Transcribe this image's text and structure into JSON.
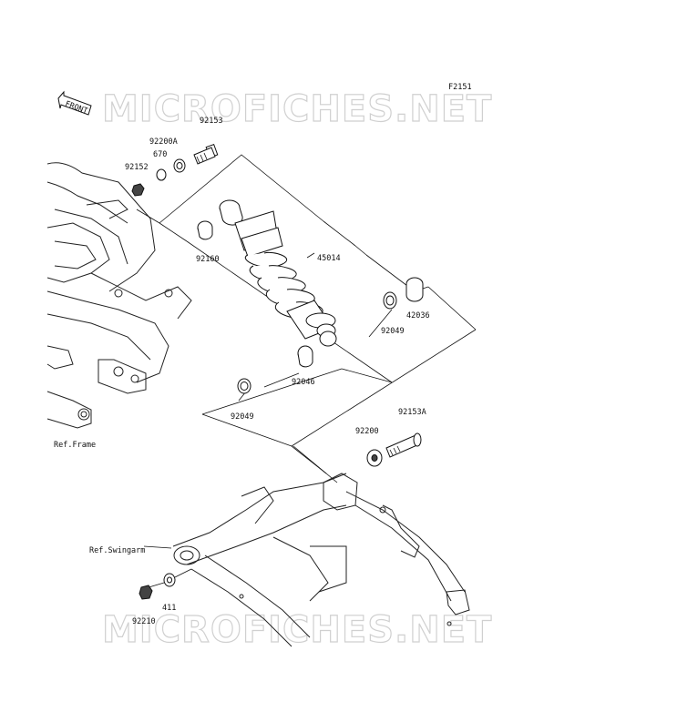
{
  "diagram_code": "F2151",
  "watermark": "MICROFICHES.NET",
  "front_arrow_label": "FRONT",
  "parts": [
    {
      "id": "p-92153",
      "number": "92153"
    },
    {
      "id": "p-92200A",
      "number": "92200A"
    },
    {
      "id": "p-670",
      "number": "670"
    },
    {
      "id": "p-92152",
      "number": "92152"
    },
    {
      "id": "p-92160",
      "number": "92160"
    },
    {
      "id": "p-45014",
      "number": "45014"
    },
    {
      "id": "p-42036",
      "number": "42036"
    },
    {
      "id": "p-92049a",
      "number": "92049"
    },
    {
      "id": "p-92046",
      "number": "92046"
    },
    {
      "id": "p-92049b",
      "number": "92049"
    },
    {
      "id": "p-92153A",
      "number": "92153A"
    },
    {
      "id": "p-92200",
      "number": "92200"
    },
    {
      "id": "p-411",
      "number": "411"
    },
    {
      "id": "p-92210",
      "number": "92210"
    }
  ],
  "references": {
    "frame": "Ref.Frame",
    "swingarm": "Ref.Swingarm"
  }
}
